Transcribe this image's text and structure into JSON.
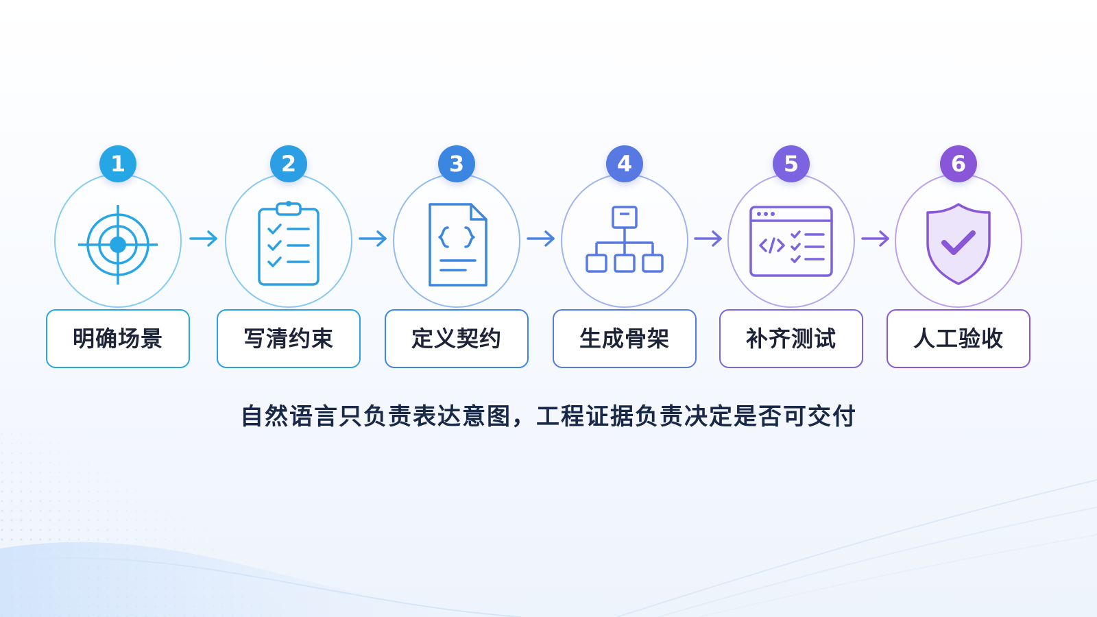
{
  "steps": [
    {
      "number": "1",
      "label": "明确场景",
      "icon": "target-icon",
      "color": "#27a6e6",
      "ring": "#8fd2f3"
    },
    {
      "number": "2",
      "label": "写清约束",
      "icon": "clipboard-checklist-icon",
      "color": "#2b9ee4",
      "ring": "#8ccdf2"
    },
    {
      "number": "3",
      "label": "定义契约",
      "icon": "code-document-icon",
      "color": "#3a86e0",
      "ring": "#94c1f0"
    },
    {
      "number": "4",
      "label": "生成骨架",
      "icon": "hierarchy-icon",
      "color": "#5878e2",
      "ring": "#a8b6f0"
    },
    {
      "number": "5",
      "label": "补齐测试",
      "icon": "code-test-window-icon",
      "color": "#7c63df",
      "ring": "#bcaaf0"
    },
    {
      "number": "6",
      "label": "人工验收",
      "icon": "shield-check-icon",
      "color": "#8a56d8",
      "ring": "#c4aaf0"
    }
  ],
  "arrow_colors": [
    "#2aa6e6",
    "#3596e4",
    "#4a84e2",
    "#6f6fe0",
    "#8660dc"
  ],
  "slogan": "自然语言只负责表达意图，工程证据负责决定是否可交付"
}
